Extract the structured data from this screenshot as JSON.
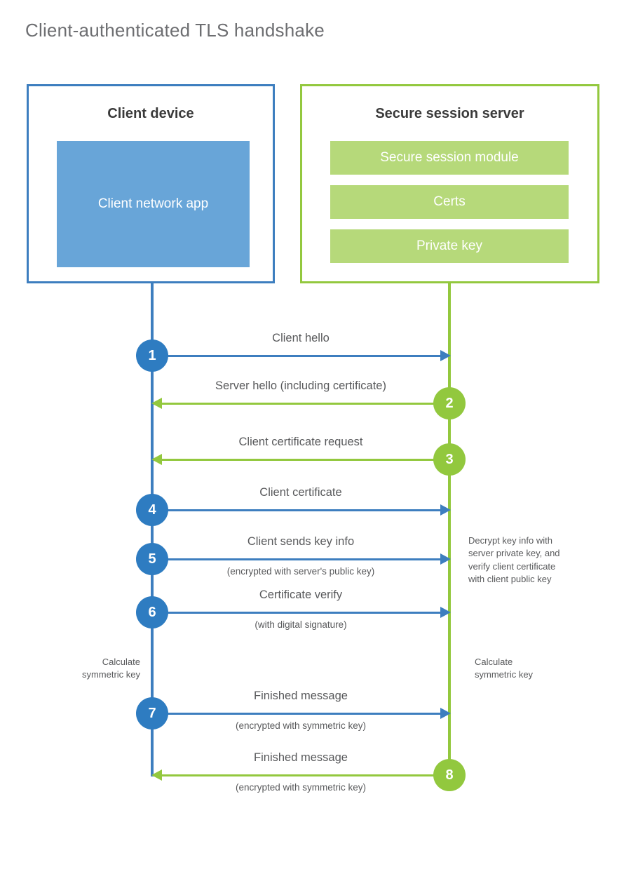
{
  "title": "Client-authenticated TLS handshake",
  "colors": {
    "client_border": "#3d7ebf",
    "client_fill": "#68a5d8",
    "client_badge": "#2e7cc1",
    "server_border": "#93c83e",
    "server_fill": "#b6d97a",
    "server_badge": "#92c83e",
    "text": "#58595b",
    "title_text": "#6d6e71",
    "background": "#ffffff"
  },
  "actors": {
    "client": {
      "title": "Client device",
      "components": [
        "Client network app"
      ]
    },
    "server": {
      "title": "Secure session server",
      "components": [
        "Secure session module",
        "Certs",
        "Private key"
      ]
    }
  },
  "steps": [
    {
      "number": "1",
      "label": "Client hello",
      "sublabel": "",
      "direction": "client-to-server",
      "origin": "client"
    },
    {
      "number": "2",
      "label": "Server hello (including certificate)",
      "sublabel": "",
      "direction": "server-to-client",
      "origin": "server"
    },
    {
      "number": "3",
      "label": "Client certificate request",
      "sublabel": "",
      "direction": "server-to-client",
      "origin": "server"
    },
    {
      "number": "4",
      "label": "Client certificate",
      "sublabel": "",
      "direction": "client-to-server",
      "origin": "client"
    },
    {
      "number": "5",
      "label": "Client sends key info",
      "sublabel": "(encrypted with server's public key)",
      "direction": "client-to-server",
      "origin": "client"
    },
    {
      "number": "6",
      "label": "Certificate verify",
      "sublabel": "(with digital signature)",
      "direction": "client-to-server",
      "origin": "client"
    },
    {
      "number": "7",
      "label": "Finished message",
      "sublabel": "(encrypted with symmetric key)",
      "direction": "client-to-server",
      "origin": "client"
    },
    {
      "number": "8",
      "label": "Finished message",
      "sublabel": "(encrypted with symmetric key)",
      "direction": "server-to-client",
      "origin": "server"
    }
  ],
  "annotations": {
    "client_calculate": "Calculate\nsymmetric key",
    "server_decrypt": "Decrypt key info with\nserver private key, and\nverify client certificate\nwith client public key",
    "server_calculate": "Calculate\nsymmetric key"
  }
}
